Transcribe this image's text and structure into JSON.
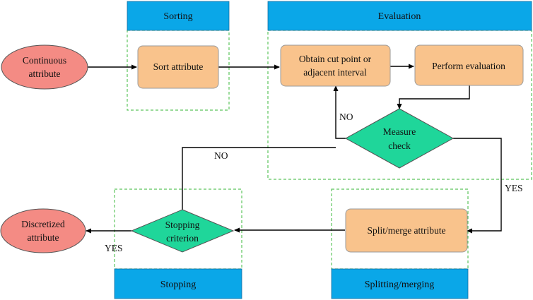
{
  "colors": {
    "header_fill": "#0aa7e8",
    "process_fill": "#f9c38c",
    "process_stroke": "#9a9a9a",
    "decision_fill": "#1fd69a",
    "terminal_fill": "#f48b84",
    "group_border": "#5cc45c",
    "arrow": "#000000"
  },
  "groups": {
    "sorting": "Sorting",
    "evaluation": "Evaluation",
    "stopping": "Stopping",
    "splitting": "Splitting/merging"
  },
  "nodes": {
    "continuous": {
      "line1": "Continuous",
      "line2": "attribute"
    },
    "sort": "Sort attribute",
    "obtain": {
      "line1": "Obtain cut point or",
      "line2": "adjacent interval"
    },
    "perform": "Perform evaluation",
    "measure": {
      "line1": "Measure",
      "line2": "check"
    },
    "split": "Split/merge attribute",
    "stopping": {
      "line1": "Stopping",
      "line2": "criterion"
    },
    "discretized": {
      "line1": "Discretized",
      "line2": "attribute"
    }
  },
  "edge_labels": {
    "measure_no": "NO",
    "measure_yes": "YES",
    "stopping_no": "NO",
    "stopping_yes": "YES"
  }
}
